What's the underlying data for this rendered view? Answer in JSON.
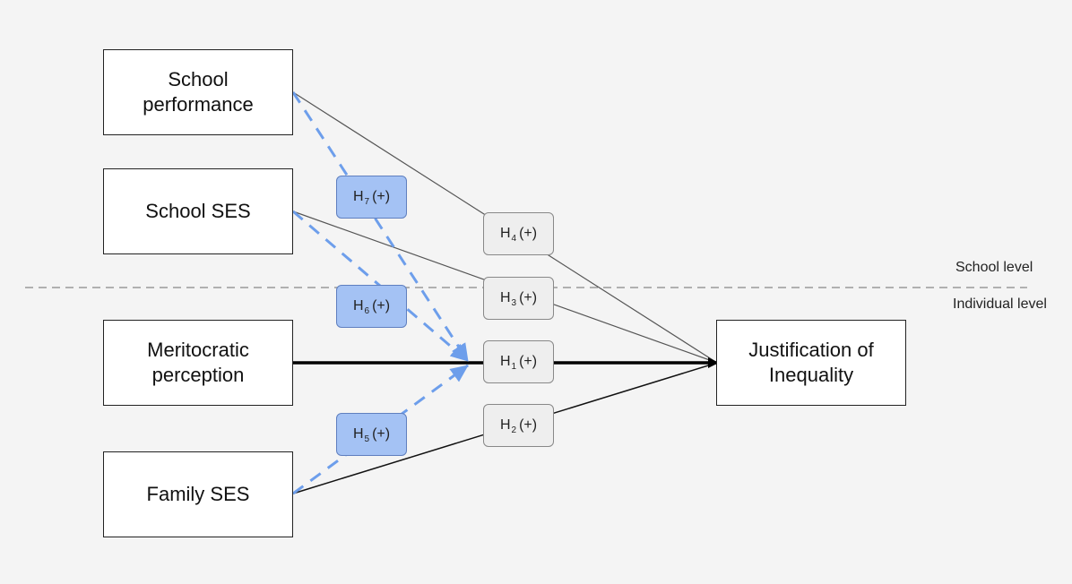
{
  "boxes": {
    "school_performance": [
      "School",
      "performance"
    ],
    "school_ses": [
      "School SES"
    ],
    "meritocratic_perception": [
      "Meritocratic",
      "perception"
    ],
    "family_ses": [
      "Family SES"
    ],
    "justification": [
      "Justification of",
      "Inequality"
    ]
  },
  "hypotheses": {
    "h1": {
      "letter": "H",
      "index": "1",
      "sign": "(+)"
    },
    "h2": {
      "letter": "H",
      "index": "2",
      "sign": "(+)"
    },
    "h3": {
      "letter": "H",
      "index": "3",
      "sign": "(+)"
    },
    "h4": {
      "letter": "H",
      "index": "4",
      "sign": "(+)"
    },
    "h5": {
      "letter": "H",
      "index": "5",
      "sign": "(+)"
    },
    "h6": {
      "letter": "H",
      "index": "6",
      "sign": "(+)"
    },
    "h7": {
      "letter": "H",
      "index": "7",
      "sign": "(+)"
    }
  },
  "levels": {
    "school": "School level",
    "individual": "Individual level"
  },
  "colors": {
    "moderation": "#6d9eeb",
    "moderation_box": "#a4c2f4",
    "direct_box": "#eeeeee",
    "line": "#555555",
    "main_path": "#000000"
  }
}
